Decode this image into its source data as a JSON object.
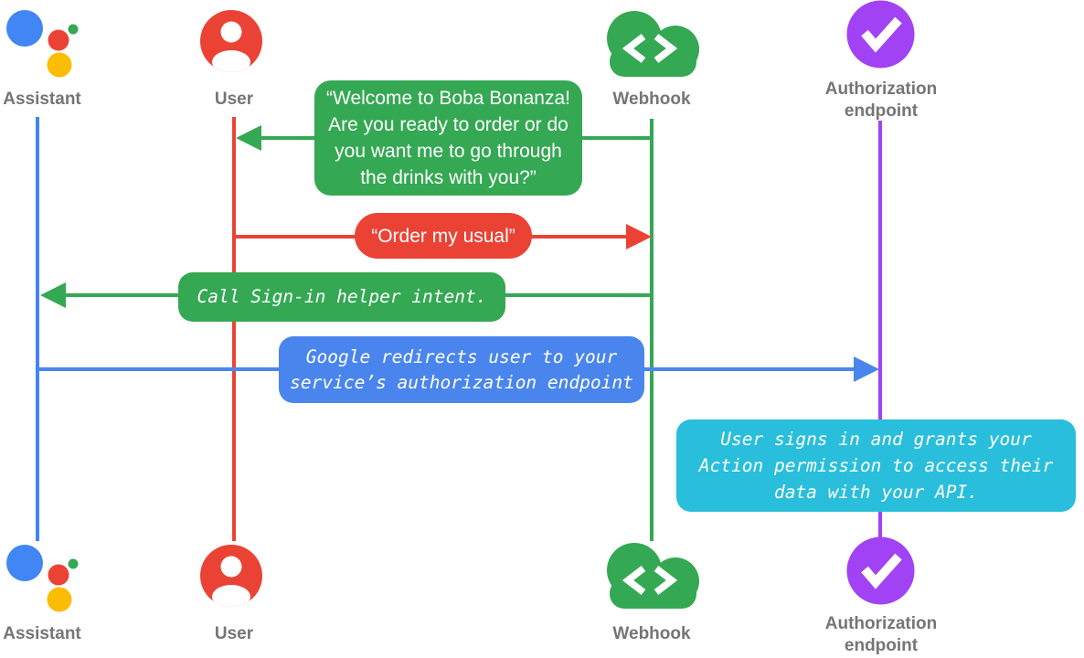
{
  "colors": {
    "bg": "#FFFFFF",
    "blue": "#4285F4",
    "blue-bubble": "#4A85EE",
    "red": "#EA4335",
    "green": "#34A853",
    "yellow": "#FBBC04",
    "purple": "#A142F4",
    "cyan": "#29BEDB",
    "gray-label": "#757575"
  },
  "actors": [
    {
      "id": "assistant",
      "label": "Assistant",
      "color": "#4285F4",
      "icon": "google-assistant-logo"
    },
    {
      "id": "user",
      "label": "User",
      "color": "#EA4335",
      "icon": "person-circle"
    },
    {
      "id": "webhook",
      "label": "Webhook",
      "color": "#34A853",
      "icon": "cloud-code-brackets"
    },
    {
      "id": "auth",
      "label": "Authorization\nendpoint",
      "color": "#A142F4",
      "icon": "checkmark-circle"
    }
  ],
  "messages": [
    {
      "from": "webhook",
      "to": "user",
      "style": "green-speech",
      "text": "“Welcome to Boba Bonanza!\nAre you ready to order or do\nyou want me to go through\nthe drinks with you?”"
    },
    {
      "from": "user",
      "to": "webhook",
      "style": "red-speech",
      "text": "“Order my usual”"
    },
    {
      "from": "webhook",
      "to": "assistant",
      "style": "green-code",
      "text": "Call Sign-in helper intent."
    },
    {
      "from": "assistant",
      "to": "auth",
      "style": "blue-code",
      "text": "Google redirects user to your\nservice’s authorization endpoint"
    },
    {
      "note_on": "auth",
      "style": "cyan-note",
      "text": "User signs in and grants your\nAction permission to access their\ndata with your API."
    }
  ]
}
